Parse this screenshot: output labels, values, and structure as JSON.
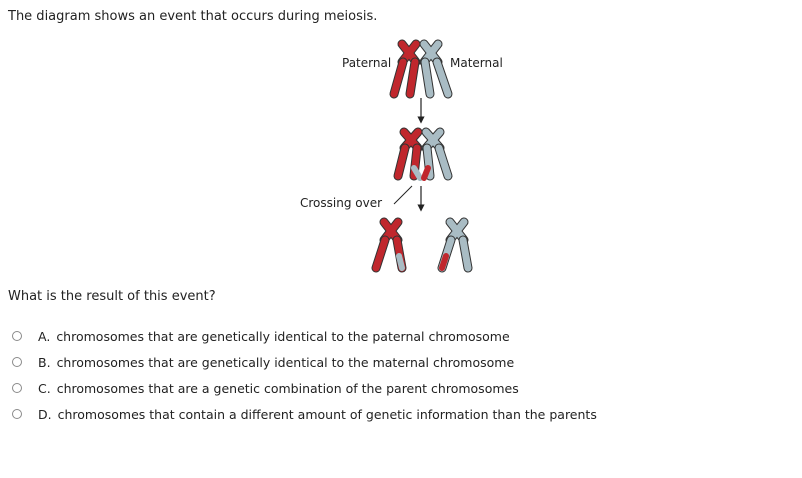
{
  "question": {
    "intro": "The diagram shows an event that occurs during meiosis.",
    "prompt": "What is the result of this event?"
  },
  "diagram": {
    "label_paternal": "Paternal",
    "label_maternal": "Maternal",
    "label_crossing_over": "Crossing over",
    "colors": {
      "paternal": "#c0272d",
      "maternal": "#a9bcc4",
      "outline": "#333333"
    }
  },
  "options": [
    {
      "letter": "A.",
      "text": "chromosomes that are genetically identical to the paternal chromosome"
    },
    {
      "letter": "B.",
      "text": "chromosomes that are genetically identical to the maternal chromosome"
    },
    {
      "letter": "C.",
      "text": "chromosomes that are a genetic combination of the parent chromosomes"
    },
    {
      "letter": "D.",
      "text": "chromosomes that contain a different amount of genetic information than the parents"
    }
  ]
}
